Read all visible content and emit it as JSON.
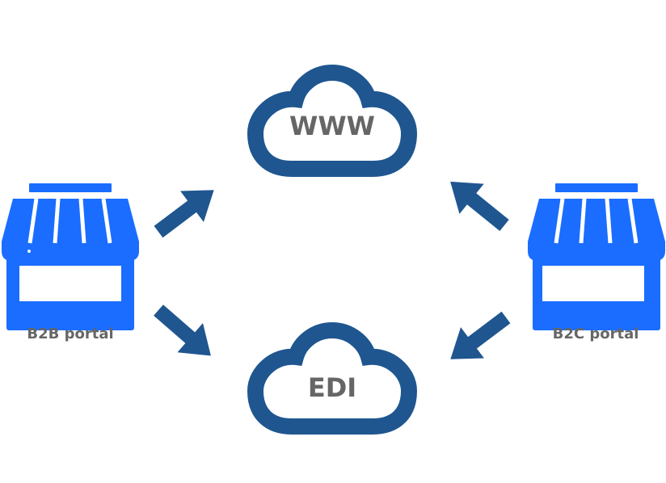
{
  "colors": {
    "cloud_stroke": "#1f5690",
    "arrow": "#1f5690",
    "store": "#1a6dff",
    "label_text": "#666666",
    "background": "#ffffff"
  },
  "clouds": [
    {
      "id": "www",
      "label": "WWW",
      "icon": "cloud-icon"
    },
    {
      "id": "edi",
      "label": "EDI",
      "icon": "cloud-icon"
    }
  ],
  "stores": [
    {
      "id": "b2b",
      "label": "B2B portal",
      "icon": "storefront-icon"
    },
    {
      "id": "b2c",
      "label": "B2C portal",
      "icon": "storefront-icon"
    }
  ],
  "connections": [
    {
      "from": "B2B portal",
      "to": "WWW"
    },
    {
      "from": "B2B portal",
      "to": "EDI"
    },
    {
      "from": "B2C portal",
      "to": "WWW"
    },
    {
      "from": "B2C portal",
      "to": "EDI"
    }
  ]
}
